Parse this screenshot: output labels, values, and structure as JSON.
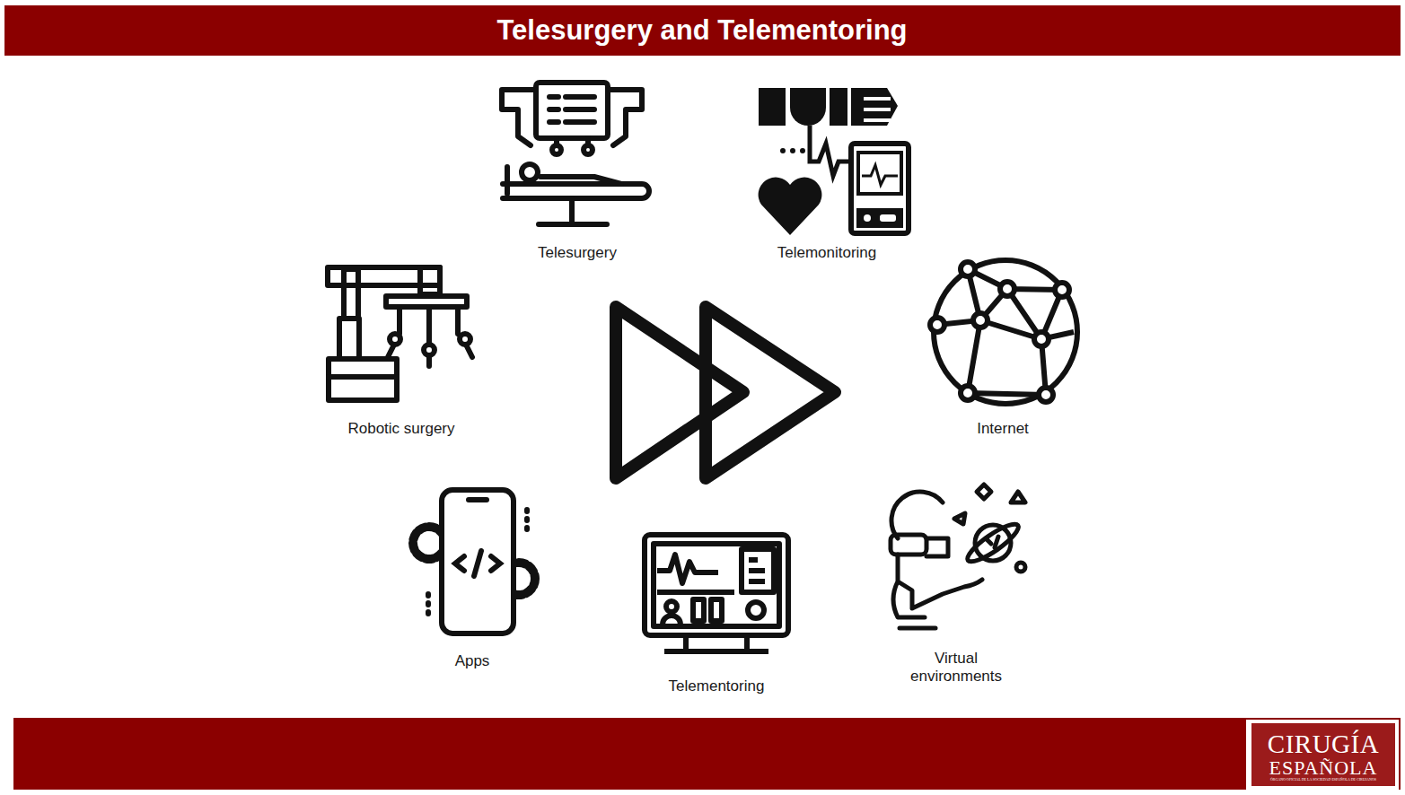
{
  "diagram": {
    "title": "Telesurgery and Telementoring",
    "labels": [
      "Telesurgery",
      "Telemonitoring",
      "Robotic surgery",
      "Internet",
      "Apps",
      "Telementoring",
      "Virtual environments",
      "CIRUGÍA",
      "ESPAÑOLA",
      "ÓRGANO OFICIAL DE LA SOCIEDAD ESPAÑOLA DE CIRUJANOS"
    ]
  }
}
